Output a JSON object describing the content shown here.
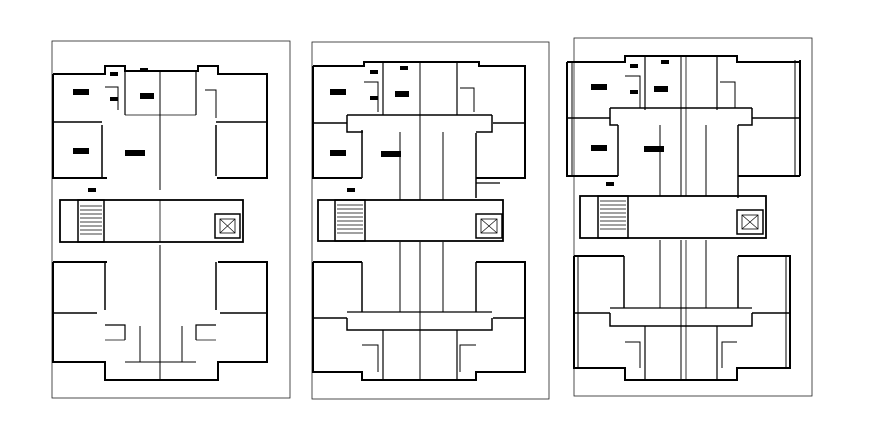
{
  "drawing": {
    "plans": [
      {
        "id": "plan-1",
        "style": "outline"
      },
      {
        "id": "plan-2",
        "style": "filled-core"
      },
      {
        "id": "plan-3",
        "style": "filled-core-double-wall"
      }
    ],
    "colors": {
      "line": "#000000",
      "paper": "#ffffff",
      "sheet_border": "#222222"
    }
  }
}
